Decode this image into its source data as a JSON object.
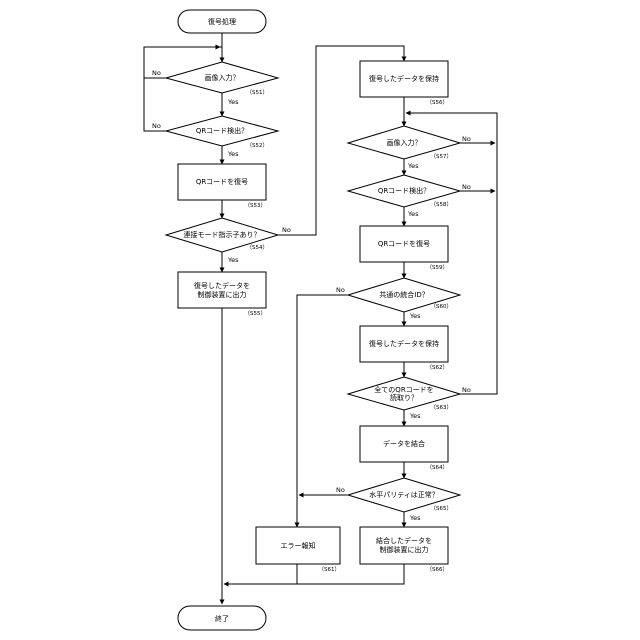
{
  "nodes": {
    "start": {
      "lines": [
        "復号処理"
      ]
    },
    "s51": {
      "lines": [
        "画像入力？"
      ],
      "step": "（S51）"
    },
    "s52": {
      "lines": [
        "QRコード検出？"
      ],
      "step": "（S52）"
    },
    "s53": {
      "lines": [
        "QRコードを復号"
      ],
      "step": "（S53）"
    },
    "s54": {
      "lines": [
        "連接モード指示子あり？"
      ],
      "step": "（S54）"
    },
    "s55": {
      "lines": [
        "復号したデータを",
        "制御装置に出力"
      ],
      "step": "（S55）"
    },
    "s56": {
      "lines": [
        "復号したデータを保持"
      ],
      "step": "（S56）"
    },
    "s57": {
      "lines": [
        "画像入力？"
      ],
      "step": "（S57）"
    },
    "s58": {
      "lines": [
        "QRコード検出？"
      ],
      "step": "（S58）"
    },
    "s59": {
      "lines": [
        "QRコードを復号"
      ],
      "step": "（S59）"
    },
    "s60": {
      "lines": [
        "共通の統合ID？"
      ],
      "step": "（S60）"
    },
    "s62": {
      "lines": [
        "復号したデータを保持"
      ],
      "step": "（S62）"
    },
    "s63": {
      "lines": [
        "全てのQRコードを",
        "読取り？"
      ],
      "step": "（S63）"
    },
    "s64": {
      "lines": [
        "データを結合"
      ],
      "step": "（S64）"
    },
    "s65": {
      "lines": [
        "水平パリティは正常？"
      ],
      "step": "（S65）"
    },
    "s66": {
      "lines": [
        "結合したデータを",
        "制御装置に出力"
      ],
      "step": "（S66）"
    },
    "s61": {
      "lines": [
        "エラー報知"
      ],
      "step": "（S61）"
    },
    "end": {
      "lines": [
        "終了"
      ]
    }
  },
  "edge_labels": {
    "s51_no": "No",
    "s51_yes": "Yes",
    "s52_no": "No",
    "s52_yes": "Yes",
    "s54_no": "No",
    "s54_yes": "Yes",
    "s57_no": "No",
    "s57_yes": "Yes",
    "s58_no": "No",
    "s58_yes": "Yes",
    "s60_no": "No",
    "s60_yes": "Yes",
    "s63_no": "No",
    "s63_yes": "Yes",
    "s65_no": "No",
    "s65_yes": "Yes"
  }
}
